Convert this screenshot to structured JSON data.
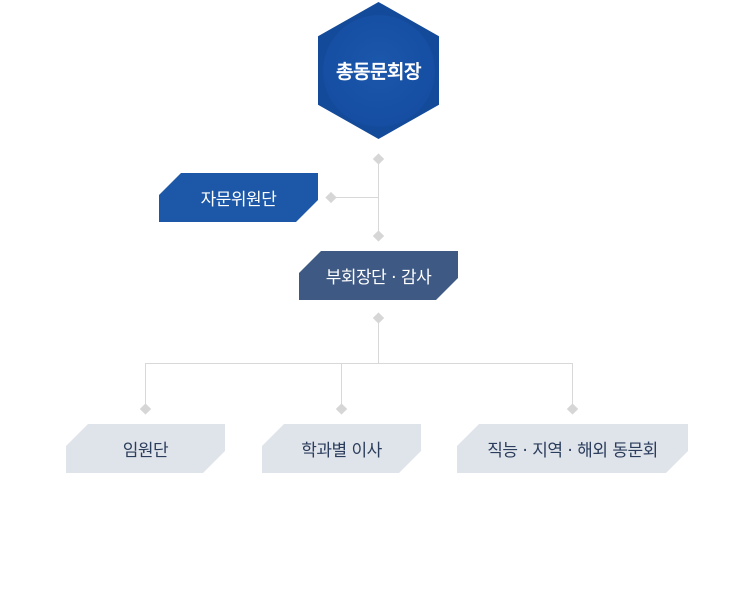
{
  "org_chart": {
    "top": {
      "label": "총동문회장"
    },
    "advisory": {
      "label": "자문위원단"
    },
    "vice": {
      "label": "부회장단 · 감사"
    },
    "branches": [
      {
        "label": "임원단"
      },
      {
        "label": "학과별 이사"
      },
      {
        "label": "직능 · 지역 · 해외 동문회"
      }
    ]
  },
  "colors": {
    "top": "#134a99",
    "advisory": "#1c58a7",
    "vice": "#3e5984",
    "branch_bg": "#dfe3ea",
    "branch_text": "#2b3d5c",
    "connector": "#d8d8d8"
  }
}
